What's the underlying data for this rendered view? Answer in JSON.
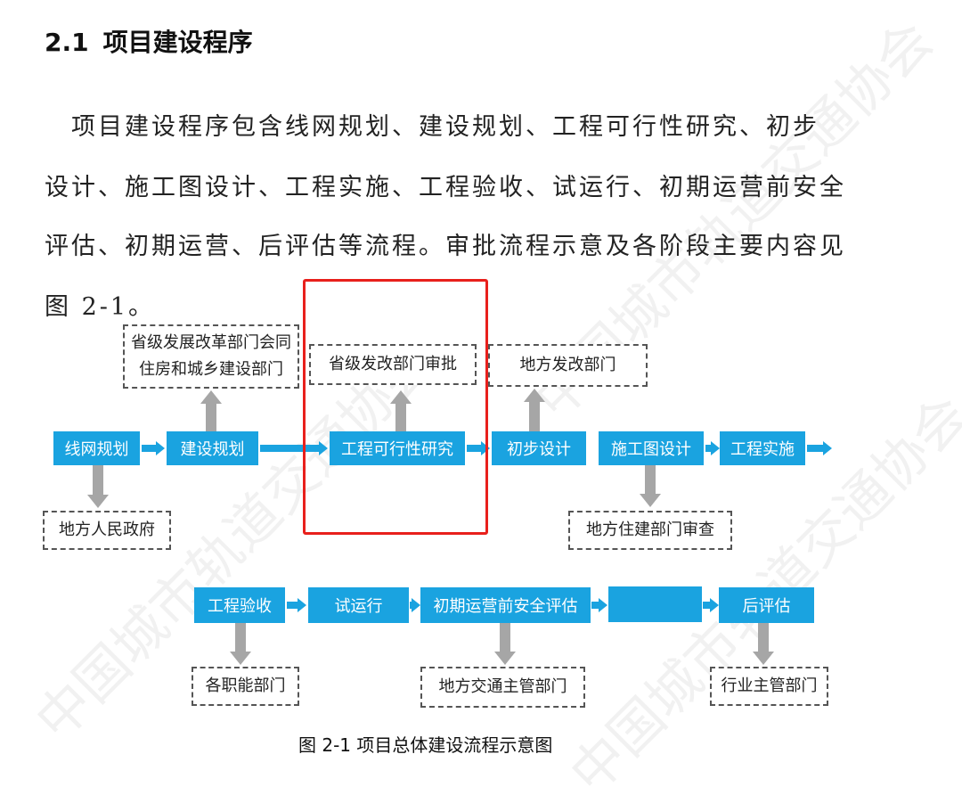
{
  "heading": {
    "number": "2.1",
    "title": "项目建设程序"
  },
  "paragraph": {
    "lines": [
      "　项目建设程序包含线网规划、建设规划、工程可行性研究、初步",
      "设计、施工图设计、工程实施、工程验收、试运行、初期运营前安全",
      "评估、初期运营、后评估等流程。审批流程示意及各阶段主要内容见",
      "图 2-1。"
    ]
  },
  "flow_row1": [
    "线网规划",
    "建设规划",
    "工程可行性研究",
    "初步设计",
    "施工图设计",
    "工程实施"
  ],
  "flow_row2": [
    "工程验收",
    "试运行",
    "初期运营前安全评估",
    "",
    "后评估"
  ],
  "authorities": {
    "construction_plan": [
      "省级发展改革部门会同",
      "住房和城乡建设部门"
    ],
    "feasibility": "省级发改部门审批",
    "preliminary": "地方发改部门",
    "network": "地方人民政府",
    "construction_drawing": "地方住建部门审查",
    "acceptance": "各职能部门",
    "safety_eval": "地方交通主管部门",
    "post_eval": "行业主管部门"
  },
  "caption": "图 2-1  项目总体建设流程示意图",
  "watermark": "中国城市轨道交通协会",
  "colors": {
    "flow_box": "#1aa3e0",
    "arrow_gray": "#a6a6a6",
    "highlight": "#e8201c"
  }
}
